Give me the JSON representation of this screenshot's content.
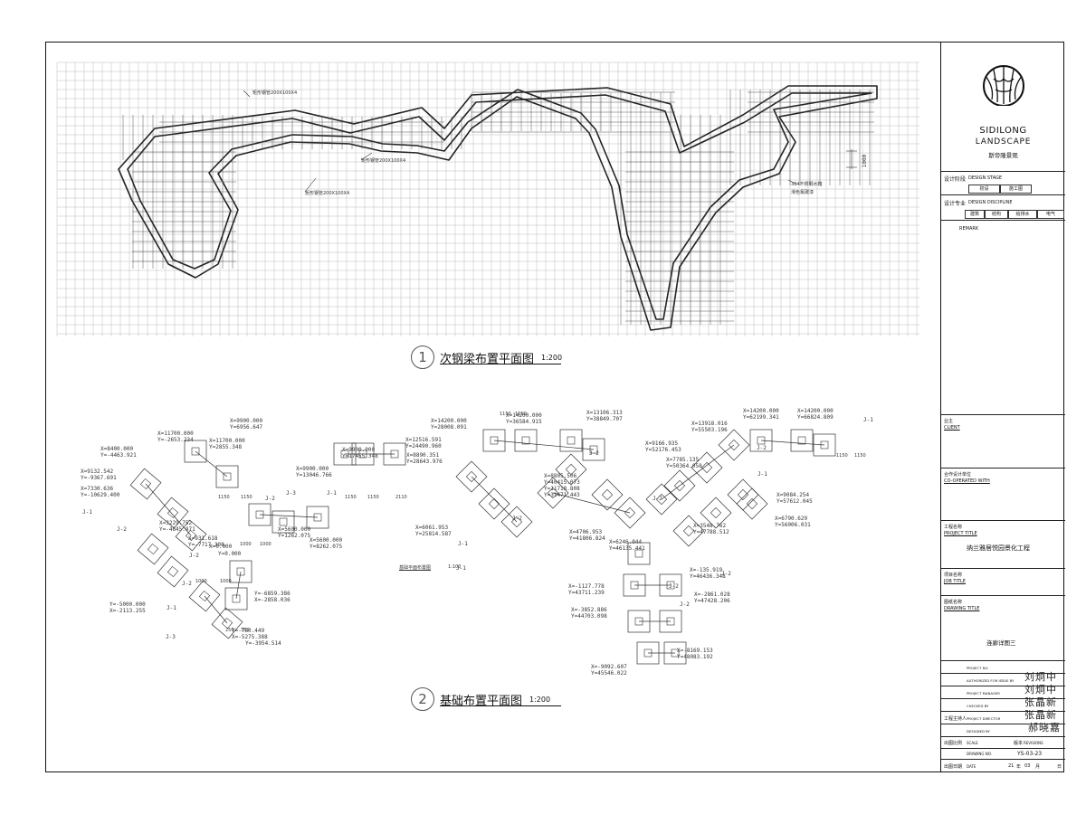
{
  "plan1": {
    "number": "1",
    "title": "次钢梁布置平面图",
    "scale": "1:200",
    "labels": [
      "矩形钢管200X100X4",
      "矩形钢管200X100X4",
      "矩形钢管200X100X4",
      "304不锈钢水箱",
      "滑色氟碳漆"
    ],
    "dim": "1000"
  },
  "plan2": {
    "number": "2",
    "title": "基础布置平面图",
    "scale": "1:200",
    "subtitle": "基础平面布置图",
    "subscale": "1:100",
    "coords": [
      "X=11700.000",
      "Y=-2653.234",
      "X=11700.000",
      "Y=2855.348",
      "X=9900.000",
      "Y=6956.647",
      "X=8400.000",
      "Y=-4463.921",
      "X=9132.542",
      "Y=-9367.691",
      "X=7330.636",
      "Y=-10629.400",
      "X=9900.000",
      "Y=13046.766",
      "X=9900.000",
      "Y=17455.348",
      "X=5600.000",
      "Y=1262.075",
      "X=5600.000",
      "Y=8262.075",
      "X=3229.752",
      "Y=-4645.971",
      "X=931.618",
      "Y=-7717.308",
      "X=0.000",
      "Y=0.000",
      "Y=-5000.000",
      "X=-2113.255",
      "Y=-6859.386",
      "X=-2858.036",
      "Y=-780.449",
      "X=-5275.388",
      "Y=-3954.514",
      "X=14200.000",
      "Y=28008.091",
      "X=12516.591",
      "Y=24490.960",
      "X=14200.000",
      "Y=36584.915",
      "X=13106.313",
      "Y=38849.707",
      "X=8890.351",
      "Y=28643.976",
      "X=8805.506",
      "Y=40415.073",
      "Y=11718.808",
      "Y=31471.443",
      "X=6061.953",
      "Y=25814.587",
      "X=4706.953",
      "Y=41806.824",
      "X=6246.044",
      "Y=46135.441",
      "X=9166.935",
      "Y=52176.453",
      "X=7785.135",
      "Y=50364.058",
      "X=13918.016",
      "Y=55503.196",
      "X=14200.000",
      "Y=62199.341",
      "X=14200.000",
      "Y=66824.809",
      "X=9084.254",
      "Y=57612.045",
      "X=6790.629",
      "Y=56006.031",
      "X=3548.762",
      "Y=47788.512",
      "X=-135.919",
      "Y=46436.348",
      "X=-1127.778",
      "Y=43711.239",
      "X=-2861.028",
      "Y=47428.206",
      "X=-3852.886",
      "Y=44703.098",
      "X=-8169.153",
      "Y=48083.192",
      "X=-9092.607",
      "Y=45546.022"
    ],
    "marks": [
      "J-1",
      "J-2",
      "J-3"
    ],
    "dims": [
      "1150",
      "1150",
      "1000",
      "1000",
      "2110",
      "250",
      "750"
    ]
  },
  "titleblock": {
    "logo_text": "SIDILONG",
    "logo_sub": "LANDSCAPE",
    "logo_cn": "斯帝隆景观",
    "design_stage_cn": "设计阶段",
    "design_stage_en": "DESIGN STAGE",
    "stage_options": [
      "初设",
      "施工图"
    ],
    "design_discipline_cn": "设计专业",
    "design_discipline_en": "DESIGN DISCIPLINE",
    "discipline_options": [
      "建筑",
      "结构",
      "给排水",
      "电气"
    ],
    "remark": "REMARK",
    "client_cn": "业主",
    "client_en": "CLIENT",
    "coop_cn": "合作设计单位",
    "coop_en": "CO-OPERATED WITH",
    "project_title_cn": "工程名称",
    "project_title_en": "PROJECT TITLE",
    "project_title": "纳兰雅居悦园景化工程",
    "job_title_cn": "项目名称",
    "job_title_en": "JOB TITLE",
    "drawing_title_cn": "图纸名称",
    "drawing_title_en": "DRAWING TITLE",
    "drawing_title": "连廊详图三",
    "rows": [
      {
        "cn": "",
        "en": "PROJECT NO."
      },
      {
        "cn": "",
        "en": "AUTHORIZED FOR ISSUE BY"
      },
      {
        "cn": "",
        "en": "PROJECT MANAGER"
      },
      {
        "cn": "",
        "en": "CHECKED BY"
      },
      {
        "cn": "工程主持人",
        "en": "PROJECT DIRECTOR"
      },
      {
        "cn": "",
        "en": "DESIGNED BY"
      }
    ],
    "signatures": [
      "刘炯中",
      "刘炯中",
      "张晶新",
      "张晶新",
      "郝晓嘉"
    ],
    "scale_cn": "出图比例",
    "scale_en": "SCALE",
    "revision_cn": "版本",
    "revision_en": "REVISIONS",
    "drawing_no_en": "DRAWING NO.",
    "drawing_no": "YS-03-23",
    "date_cn": "出图日期",
    "date_en": "DATE",
    "date_yy": "21",
    "date_mm": "03",
    "year_cn": "年",
    "month_cn": "月",
    "day_cn": "日"
  }
}
